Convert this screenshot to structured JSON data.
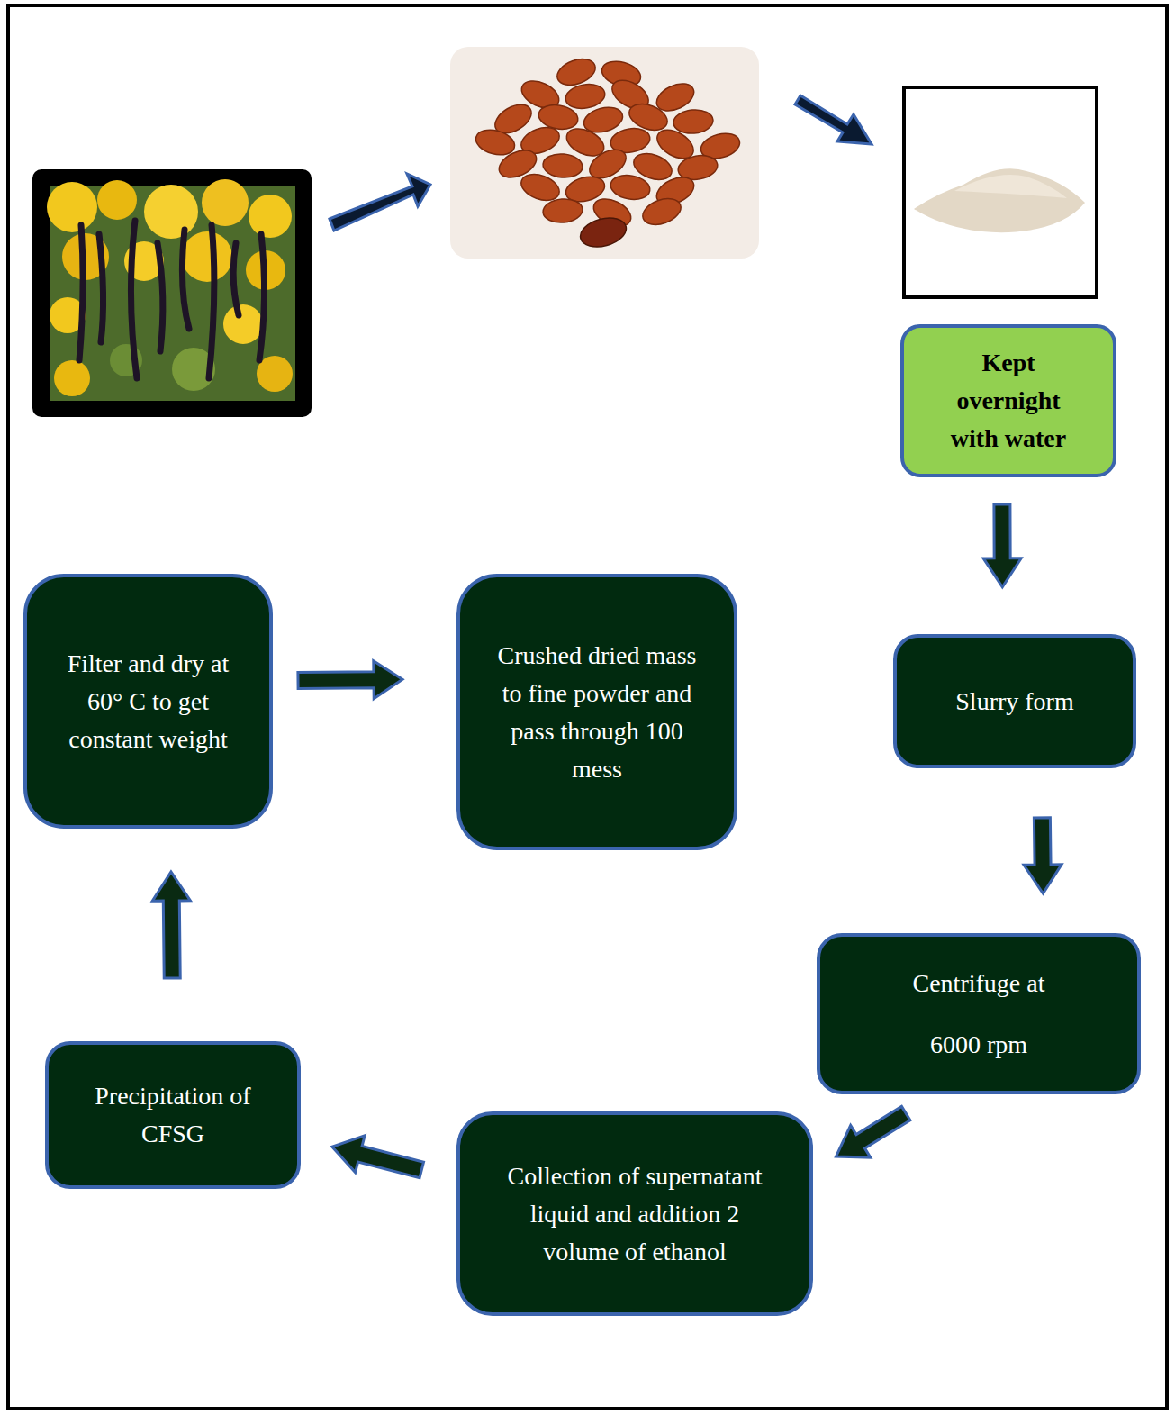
{
  "diagram": {
    "nodes": [
      {
        "text": [
          "Kept overnight with water"
        ]
      },
      {
        "text": [
          "Slurry form"
        ]
      },
      {
        "text": [
          "Centrifuge at 6000 rpm"
        ]
      },
      {
        "text": [
          "Collection of supernatant liquid and addition 2 volume of ethanol"
        ]
      },
      {
        "text": [
          "Precipitation of CFSG"
        ]
      },
      {
        "text": [
          "Filter and dry at 60° C to get constant weight"
        ]
      },
      {
        "text": [
          "Crushed dried mass to fine powder and pass through 100 mess"
        ]
      }
    ],
    "edges": [
      {
        "from": 0,
        "to": 1,
        "arrow": "to"
      },
      {
        "from": 1,
        "to": 2,
        "arrow": "to"
      },
      {
        "from": 2,
        "to": 3,
        "arrow": "to"
      },
      {
        "from": 3,
        "to": 4,
        "arrow": "to"
      },
      {
        "from": 4,
        "to": 5,
        "arrow": "to"
      },
      {
        "from": 5,
        "to": 6,
        "arrow": "to"
      }
    ]
  }
}
